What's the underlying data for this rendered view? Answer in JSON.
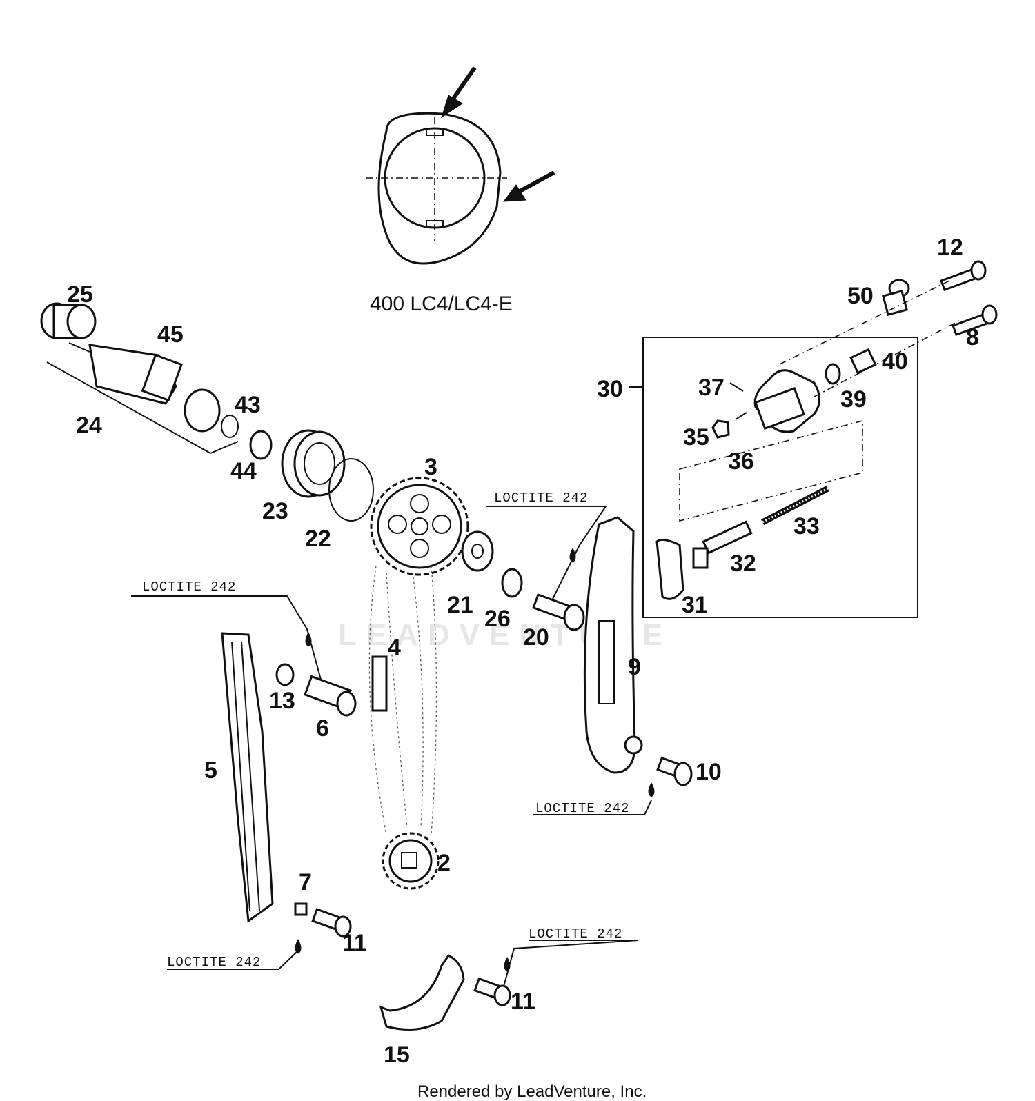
{
  "diagram": {
    "caption": "400 LC4/LC4-E",
    "footer": "Rendered by LeadVenture, Inc.",
    "watermark": "LEADVENTURE",
    "callouts": [
      {
        "id": "25",
        "label": "25"
      },
      {
        "id": "45",
        "label": "45"
      },
      {
        "id": "24",
        "label": "24"
      },
      {
        "id": "43",
        "label": "43"
      },
      {
        "id": "44",
        "label": "44"
      },
      {
        "id": "23",
        "label": "23"
      },
      {
        "id": "22",
        "label": "22"
      },
      {
        "id": "3",
        "label": "3"
      },
      {
        "id": "21",
        "label": "21"
      },
      {
        "id": "26",
        "label": "26"
      },
      {
        "id": "20",
        "label": "20"
      },
      {
        "id": "4",
        "label": "4"
      },
      {
        "id": "9",
        "label": "9"
      },
      {
        "id": "10",
        "label": "10"
      },
      {
        "id": "13",
        "label": "13"
      },
      {
        "id": "6",
        "label": "6"
      },
      {
        "id": "5",
        "label": "5"
      },
      {
        "id": "2",
        "label": "2"
      },
      {
        "id": "7",
        "label": "7"
      },
      {
        "id": "11a",
        "label": "11"
      },
      {
        "id": "11b",
        "label": "11"
      },
      {
        "id": "15",
        "label": "15"
      },
      {
        "id": "12",
        "label": "12"
      },
      {
        "id": "50",
        "label": "50"
      },
      {
        "id": "8",
        "label": "8"
      },
      {
        "id": "40",
        "label": "40"
      },
      {
        "id": "30",
        "label": "30"
      },
      {
        "id": "37",
        "label": "37"
      },
      {
        "id": "39",
        "label": "39"
      },
      {
        "id": "35",
        "label": "35"
      },
      {
        "id": "36",
        "label": "36"
      },
      {
        "id": "33",
        "label": "33"
      },
      {
        "id": "32",
        "label": "32"
      },
      {
        "id": "31",
        "label": "31"
      }
    ],
    "loctite_notes": [
      {
        "id": "upper-right",
        "text": "LOCTITE 242"
      },
      {
        "id": "left",
        "text": "LOCTITE 242"
      },
      {
        "id": "right",
        "text": "LOCTITE 242"
      },
      {
        "id": "bottom-left",
        "text": "LOCTITE 242"
      },
      {
        "id": "bottom-right",
        "text": "LOCTITE 242"
      }
    ]
  }
}
